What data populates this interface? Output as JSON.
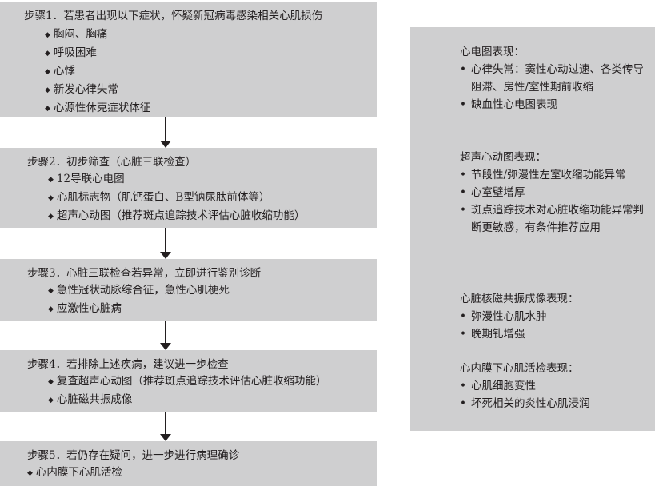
{
  "steps": [
    {
      "title": "步骤1．若患者出现以下症状，怀疑新冠病毒感染相关心肌损伤",
      "items": [
        "胸闷、胸痛",
        "呼吸困难",
        "心悸",
        "新发心律失常",
        "心源性休克症状体征"
      ]
    },
    {
      "title": "步骤2．初步筛查（心脏三联检查）",
      "items": [
        "12导联心电图",
        "心肌标志物（肌钙蛋白、B型钠尿肽前体等）",
        "超声心动图（推荐斑点追踪技术评估心脏收缩功能）"
      ]
    },
    {
      "title": "步骤3．心脏三联检查若异常，立即进行鉴别诊断",
      "items": [
        "急性冠状动脉综合征，急性心肌梗死",
        "应激性心脏病"
      ]
    },
    {
      "title": "步骤4．若排除上述疾病，建议进一步检查",
      "items": [
        "复查超声心动图（推荐斑点追踪技术评估心脏收缩功能）",
        "心脏磁共振成像"
      ]
    },
    {
      "title": "步骤5．若仍存在疑问，进一步进行病理确诊",
      "items": [
        "心内膜下心肌活检"
      ]
    }
  ],
  "side_panel": {
    "sections": [
      {
        "heading": "心电图表现：",
        "items": [
          "心律失常：窦性心动过速、各类传导阻滞、房性/室性期前收缩",
          "缺血性心电图表现"
        ]
      },
      {
        "heading": "超声心动图表现：",
        "items": [
          "节段性/弥漫性左室收缩功能异常",
          "心室壁增厚",
          "斑点追踪技术对心脏收缩功能异常判断更敏感，有条件推荐应用"
        ]
      },
      {
        "heading": "心脏核磁共振成像表现：",
        "items": [
          "弥漫性心肌水肿",
          "晚期钆增强"
        ]
      },
      {
        "heading": "心内膜下心肌活检表现：",
        "items": [
          "心肌细胞变性",
          "坏死相关的炎性心肌浸润"
        ]
      }
    ]
  }
}
